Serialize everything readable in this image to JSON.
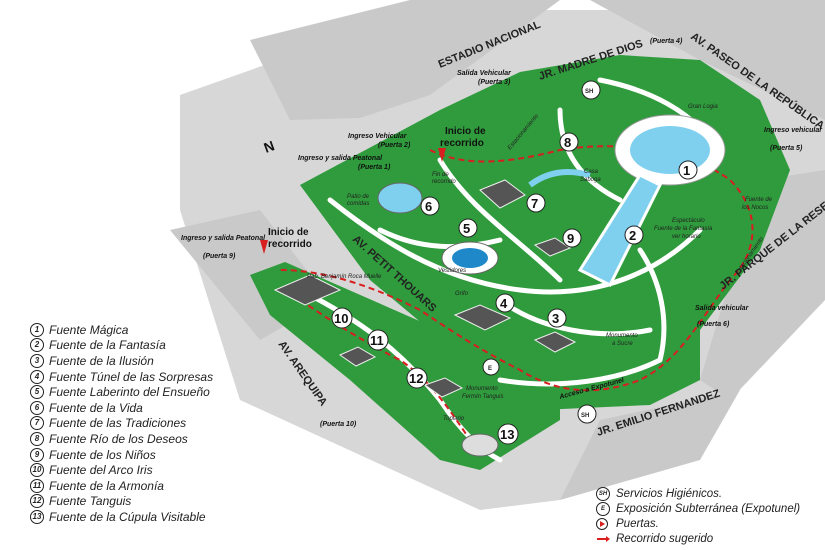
{
  "streets": {
    "estadio": "ESTADIO NACIONAL",
    "madre_de_dios": "JR. MADRE DE DIOS",
    "paseo_republica": "AV. PASEO DE LA REPÚBLICA",
    "petit_thouars": "AV. PETIT THOUARS",
    "arequipa": "AV. AREQUIPA",
    "parque_reserva": "JR. PARQUE DE LA RESERVA",
    "emilio_fernandez": "JR. EMILIO FERNANDEZ"
  },
  "gates": {
    "puerta4": "(Puerta 4)",
    "salida_vehicular_3": "Salida Vehicular",
    "puerta3": "(Puerta 3)",
    "ingreso_vehicular_2": "Ingreso Vehicular",
    "puerta2": "(Puerta 2)",
    "ingreso_peatonal_1": "Ingreso y salida Peatonal",
    "puerta1": "(Puerta 1)",
    "ingreso_vehicular_5": "Ingreso vehicular",
    "puerta5": "(Puerta 5)",
    "ingreso_peatonal_9": "Ingreso y salida Peatonal",
    "puerta9": "(Puerta 9)",
    "salida_vehicular_6": "Salida vehicular",
    "puerta6": "(Puerta 6)",
    "puerta10": "(Puerta 10)"
  },
  "labels": {
    "inicio1_a": "Inicio de",
    "inicio1_b": "recorrido",
    "inicio2_a": "Inicio de",
    "inicio2_b": "recorrido",
    "estacionamiento1": "Estacionamiento",
    "estacionamiento2": "Estacionamiento",
    "gran_logia": "Gran Logia",
    "fin_recorrido_a": "Fin de",
    "fin_recorrido_b": "recorrido",
    "patio_comidas_a": "Patio de",
    "patio_comidas_b": "comidas",
    "casa_saboga_a": "Casa",
    "casa_saboga_b": "Saboga",
    "fuente_nocos_a": "Fuente de",
    "fuente_nocos_b": "los Nocos",
    "espectaculo_a": "Espectáculo",
    "espectaculo_b": "Fuente de la Fantasía",
    "espectaculo_c": "ver horario",
    "vestidores": "Vestidores",
    "grifo": "Grifo",
    "pabellon": "Pab. Benjamín Roca Muelle",
    "monumento_sucre_a": "Monumento",
    "monumento_sucre_b": "a Sucre",
    "monumento_tanguis_a": "Monumento",
    "monumento_tanguis_b": "Fermín Tanguis",
    "topiario": "Topiario",
    "acceso_expotunel": "Acceso a Expotunel",
    "sh": "SH",
    "e": "E",
    "n1": "1",
    "n2": "2",
    "n3": "3",
    "n4": "4",
    "n5": "5",
    "n6": "6",
    "n7": "7",
    "n8": "8",
    "n9": "9",
    "n10": "10",
    "n11": "11",
    "n12": "12",
    "n13": "13",
    "north": "N"
  },
  "fountains": [
    {
      "num": "1",
      "name": "Fuente Mágica"
    },
    {
      "num": "2",
      "name": "Fuente de la Fantasía"
    },
    {
      "num": "3",
      "name": "Fuente de la Ilusión"
    },
    {
      "num": "4",
      "name": "Fuente Túnel de las Sorpresas"
    },
    {
      "num": "5",
      "name": "Fuente Laberinto del Ensueño"
    },
    {
      "num": "6",
      "name": "Fuente de la Vida"
    },
    {
      "num": "7",
      "name": "Fuente de las Tradiciones"
    },
    {
      "num": "8",
      "name": "Fuente Río de los Deseos"
    },
    {
      "num": "9",
      "name": "Fuente de los Niños"
    },
    {
      "num": "10",
      "name": "Fuente del Arco Iris"
    },
    {
      "num": "11",
      "name": "Fuente de la Armonía"
    },
    {
      "num": "12",
      "name": "Fuente Tanguis"
    },
    {
      "num": "13",
      "name": "Fuente de la Cúpula Visitable"
    }
  ],
  "symbols": [
    {
      "sym": "SH",
      "label": "Servicios Higiénicos."
    },
    {
      "sym": "E",
      "label": "Exposición Subterránea (Expotunel)"
    },
    {
      "sym": "puerta",
      "label": "Puertas."
    },
    {
      "sym": "recorrido",
      "label": "Recorrido sugerido"
    }
  ],
  "colors": {
    "park": "#2f9b3c",
    "path": "#ffffff",
    "street": "#cfcfcf",
    "route": "#d81e1e",
    "water": "#7fd0ef"
  }
}
